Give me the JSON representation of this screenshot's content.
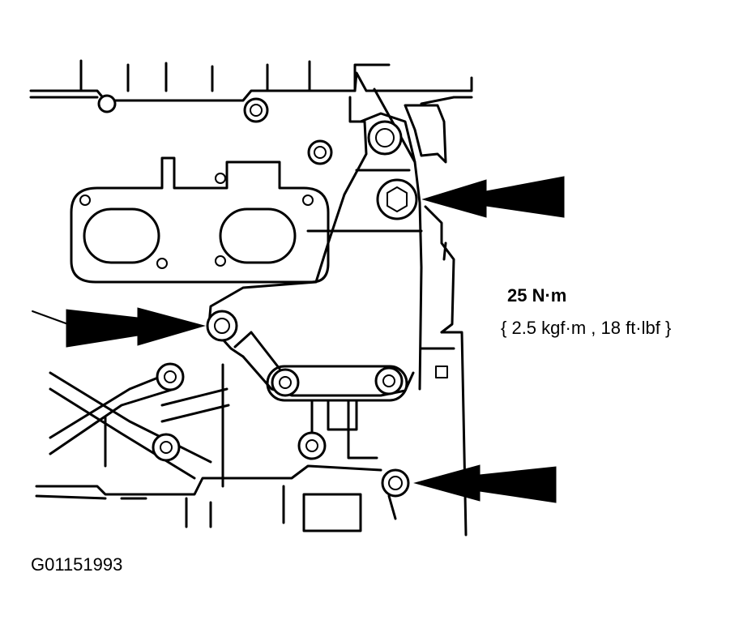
{
  "labels": {
    "torque_value": "25 N·m",
    "torque_conversion": "{ 2.5 kgf·m , 18 ft·lbf }",
    "figure_id": "G01151993"
  }
}
